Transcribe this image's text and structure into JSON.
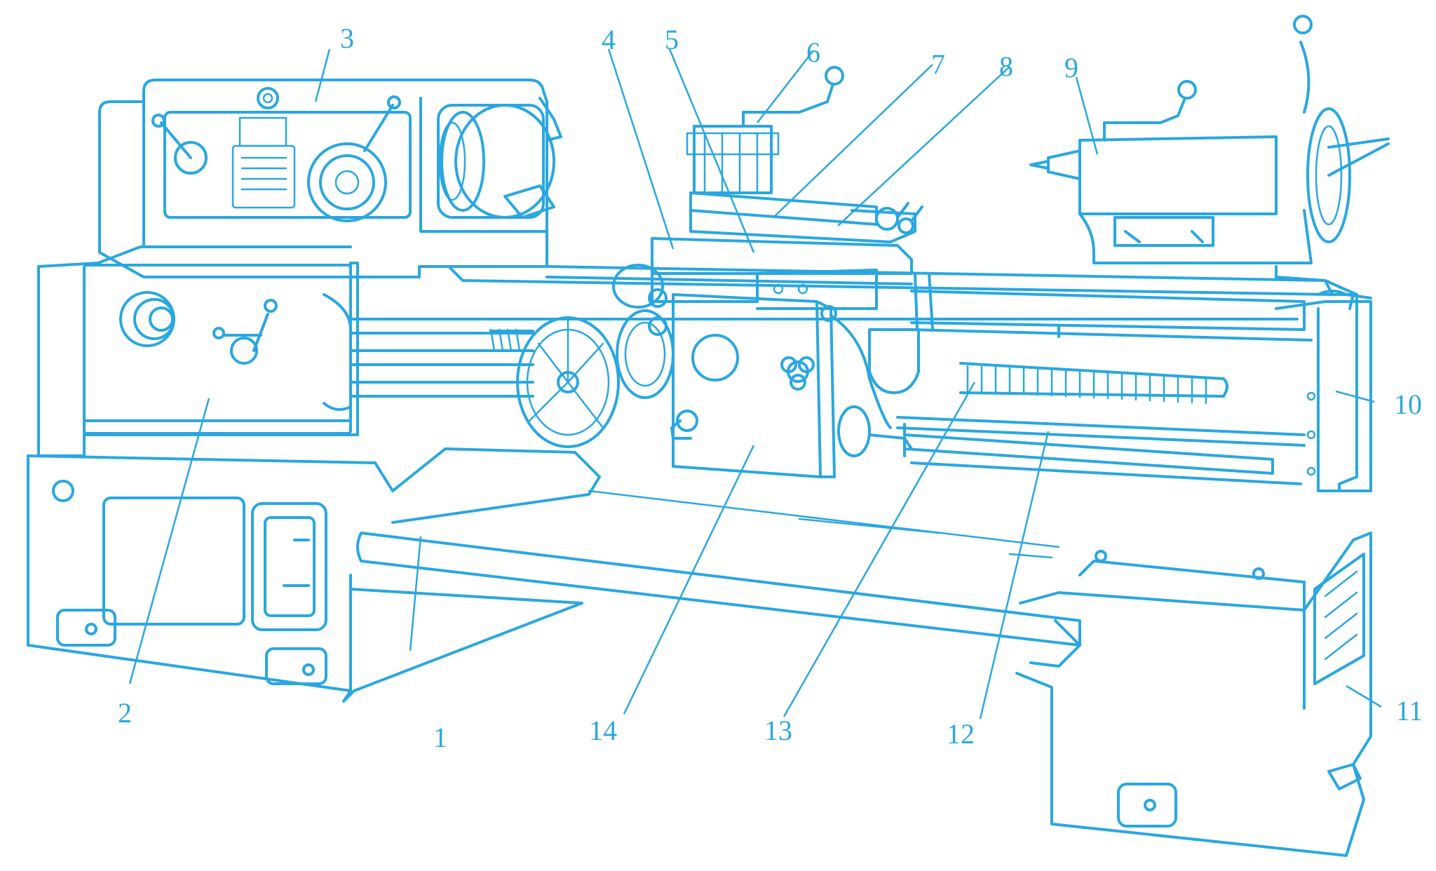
{
  "figure": {
    "stroke_color": "#2aa7e0",
    "background": "#ffffff",
    "labels": {
      "l1": "1",
      "l2": "2",
      "l3": "3",
      "l4": "4",
      "l5": "5",
      "l6": "6",
      "l7": "7",
      "l8": "8",
      "l9": "9",
      "l10": "10",
      "l11": "11",
      "l12": "12",
      "l13": "13",
      "l14": "14"
    }
  }
}
